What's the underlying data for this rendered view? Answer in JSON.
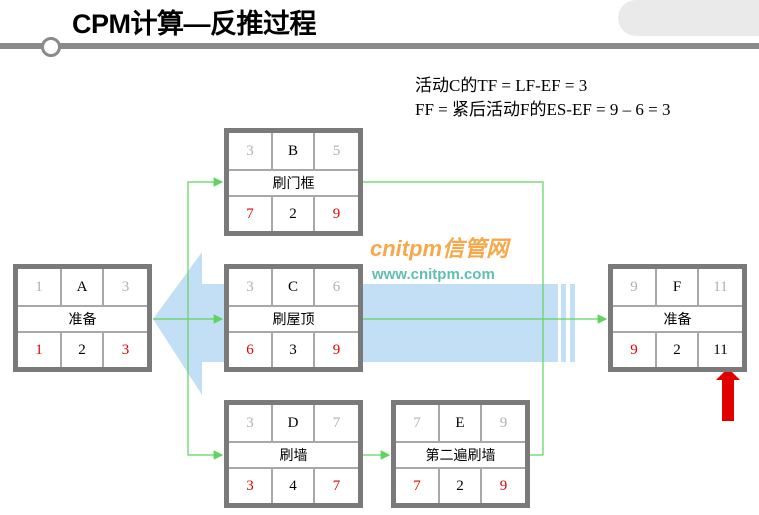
{
  "title": "CPM计算—反推过程",
  "notes": [
    "活动C的TF = LF-EF = 3",
    "FF = 紧后活动F的ES-EF = 9 – 6 = 3"
  ],
  "watermark": {
    "brand": "cnitpm信管网",
    "url": "www.cnitpm.com"
  },
  "colors": {
    "line": "#5fd35f",
    "arrow": "#bcdcf4",
    "late": "#e00000",
    "early": "#b0b0b0",
    "pointer": "#e00000"
  },
  "nodes": {
    "A": {
      "es": "1",
      "id": "A",
      "ef": "3",
      "name": "准备",
      "ls": "1",
      "dur": "2",
      "lf": "3"
    },
    "B": {
      "es": "3",
      "id": "B",
      "ef": "5",
      "name": "刷门框",
      "ls": "7",
      "dur": "2",
      "lf": "9"
    },
    "C": {
      "es": "3",
      "id": "C",
      "ef": "6",
      "name": "刷屋顶",
      "ls": "6",
      "dur": "3",
      "lf": "9"
    },
    "D": {
      "es": "3",
      "id": "D",
      "ef": "7",
      "name": "刷墙",
      "ls": "3",
      "dur": "4",
      "lf": "7"
    },
    "E": {
      "es": "7",
      "id": "E",
      "ef": "9",
      "name": "第二遍刷墙",
      "ls": "7",
      "dur": "2",
      "lf": "9"
    },
    "F": {
      "es": "9",
      "id": "F",
      "ef": "11",
      "name": "准备",
      "ls": "9",
      "dur": "2",
      "lf": "11"
    }
  }
}
